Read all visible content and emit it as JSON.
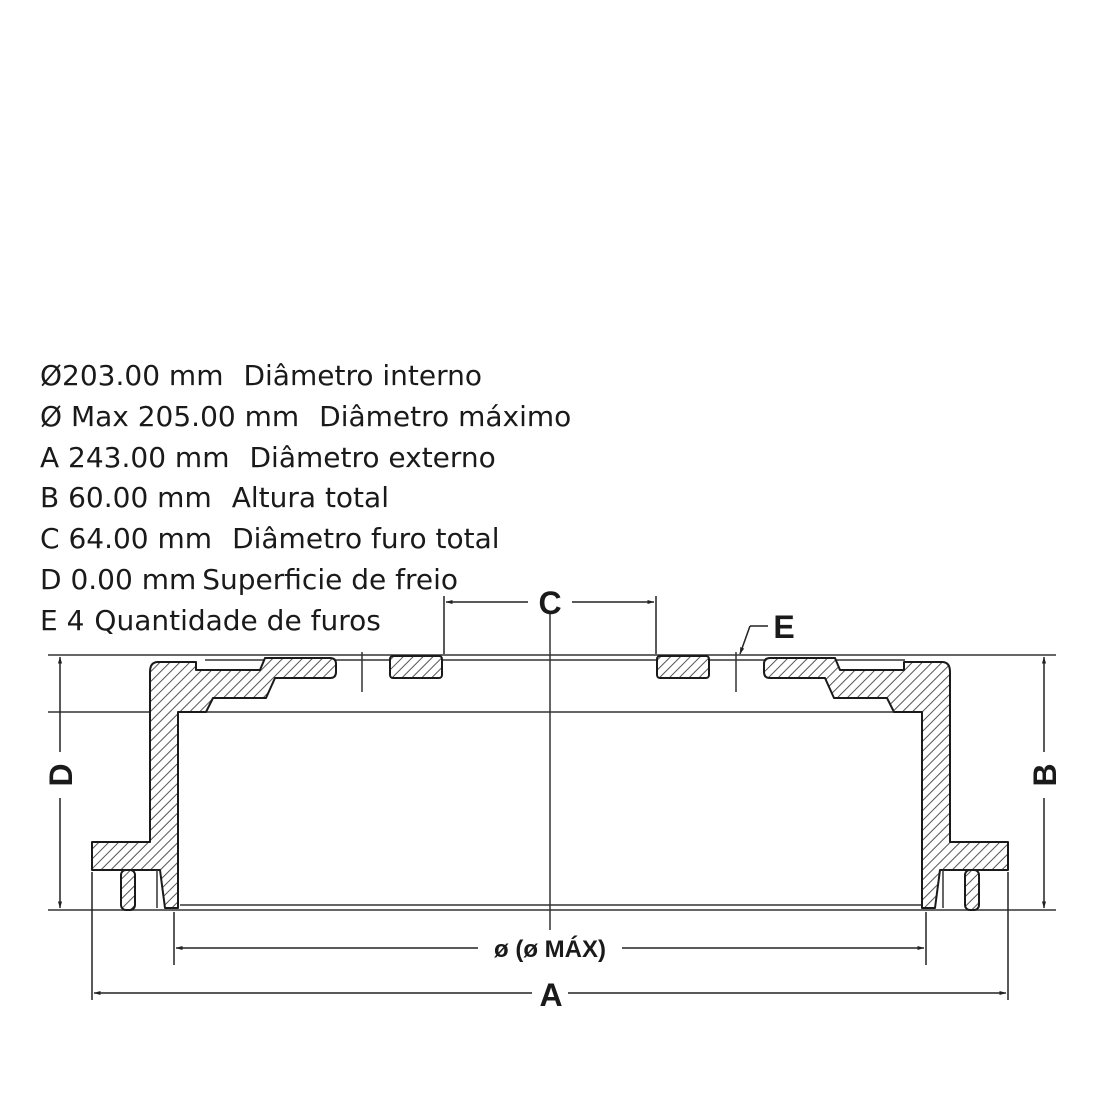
{
  "specs": [
    {
      "value": "Ø203.00 mm",
      "desc": "Diâmetro interno"
    },
    {
      "value": "Ø Max  205.00 mm",
      "desc": "Diâmetro máximo"
    },
    {
      "value": "A 243.00 mm",
      "desc": "Diâmetro externo"
    },
    {
      "value": "B 60.00 mm",
      "desc": "Altura total"
    },
    {
      "value": "C 64.00 mm",
      "desc": "Diâmetro furo total"
    },
    {
      "value": "D 0.00 mm",
      "desc": "Superficie de freio"
    },
    {
      "value": "E 4",
      "desc": "Quantidade de furos"
    }
  ],
  "labels": {
    "a": "A",
    "b": "B",
    "c": "C",
    "d": "D",
    "e": "E",
    "diam": "ø (ø MÁX)"
  }
}
